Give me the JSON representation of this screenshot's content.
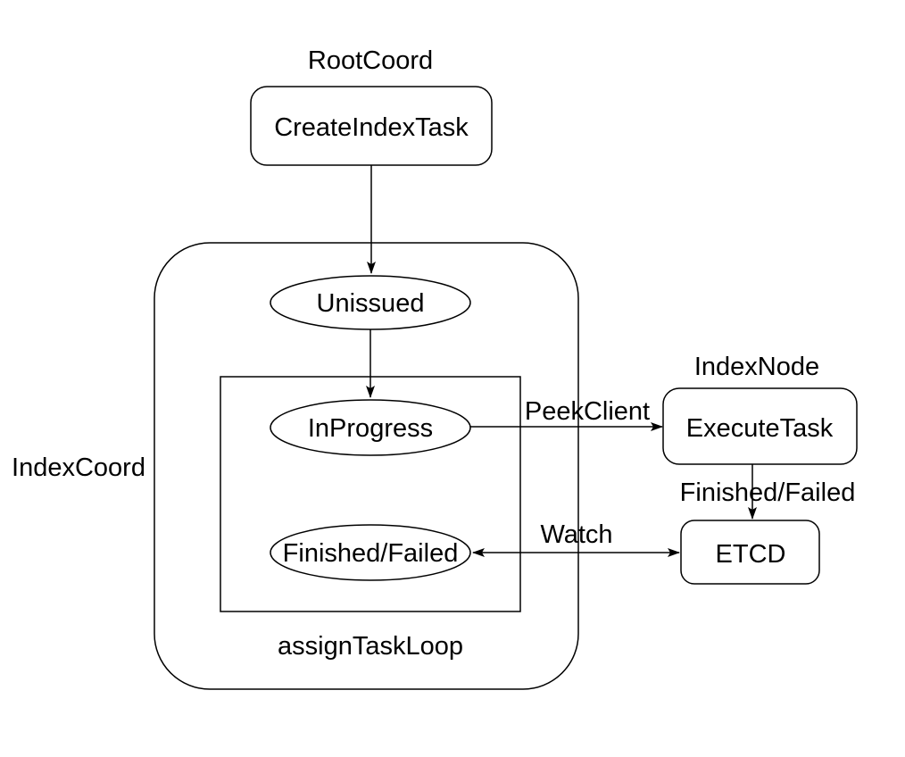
{
  "diagram": {
    "colors": {
      "stroke": "#000000",
      "background": "#ffffff",
      "text": "#000000"
    },
    "section_labels": {
      "root_coord": "RootCoord",
      "index_node": "IndexNode"
    },
    "containers": {
      "index_coord": {
        "label": "IndexCoord",
        "shape": "rounded-rect"
      },
      "assign_task_loop": {
        "label": "assignTaskLoop",
        "shape": "rect"
      }
    },
    "nodes": {
      "create_index_task": {
        "label": "CreateIndexTask",
        "shape": "rounded-rect",
        "section": "RootCoord"
      },
      "unissued": {
        "label": "Unissued",
        "shape": "ellipse",
        "container": "IndexCoord"
      },
      "in_progress": {
        "label": "InProgress",
        "shape": "ellipse",
        "container": "assignTaskLoop"
      },
      "finished_failed": {
        "label": "Finished/Failed",
        "shape": "ellipse",
        "container": "assignTaskLoop"
      },
      "execute_task": {
        "label": "ExecuteTask",
        "shape": "rounded-rect",
        "section": "IndexNode"
      },
      "etcd": {
        "label": "ETCD",
        "shape": "rounded-rect"
      }
    },
    "edges": {
      "create_to_unissued": {
        "from": "CreateIndexTask",
        "to": "Unissued",
        "label": "",
        "direction": "one-way"
      },
      "unissued_to_inprogress": {
        "from": "Unissued",
        "to": "InProgress",
        "label": "",
        "direction": "one-way"
      },
      "inprogress_to_executetask": {
        "from": "InProgress",
        "to": "ExecuteTask",
        "label": "PeekClient",
        "direction": "one-way"
      },
      "executetask_to_etcd": {
        "from": "ExecuteTask",
        "to": "ETCD",
        "label": "Finished/Failed",
        "direction": "one-way"
      },
      "finishedfailed_watch_etcd": {
        "from": "Finished/Failed",
        "to": "ETCD",
        "label": "Watch",
        "direction": "two-way"
      }
    }
  }
}
